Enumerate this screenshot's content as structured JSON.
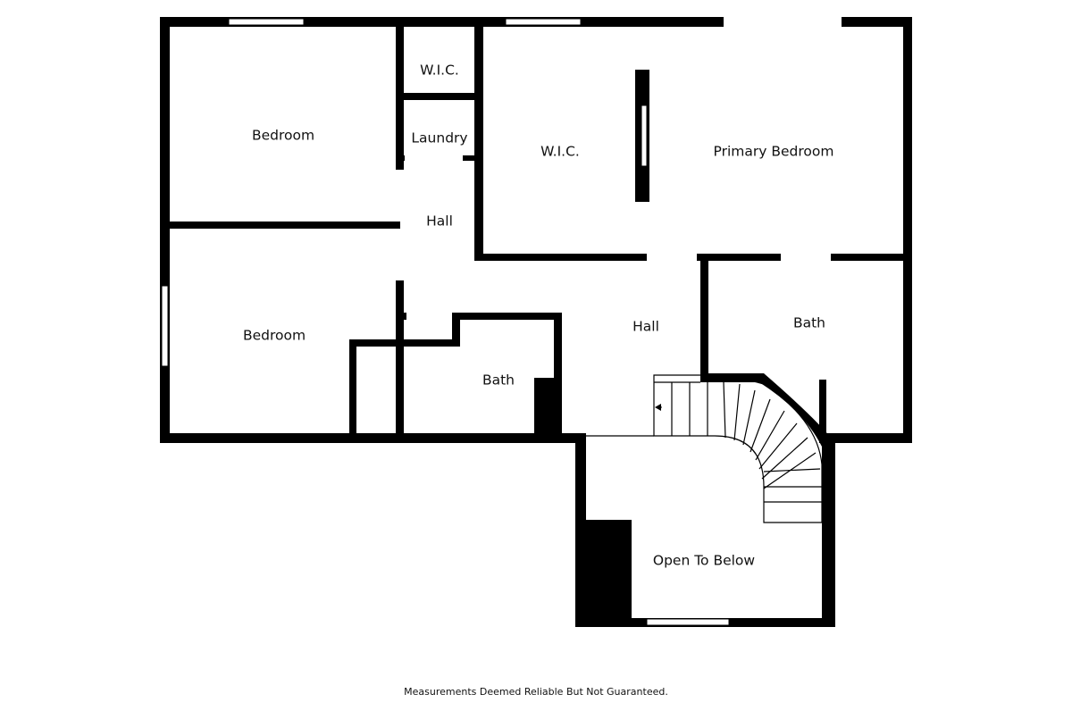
{
  "rooms": {
    "bedroom_1": "Bedroom",
    "bedroom_2": "Bedroom",
    "wic_1": "W.I.C.",
    "laundry": "Laundry",
    "hall_1": "Hall",
    "wic_2": "W.I.C.",
    "primary_bedroom": "Primary Bedroom",
    "hall_2": "Hall",
    "bath_1": "Bath",
    "bath_2": "Bath",
    "open_to_below": "Open To Below"
  },
  "disclaimer": "Measurements Deemed Reliable But Not Guaranteed.",
  "colors": {
    "wall": "#000000",
    "background": "#ffffff",
    "opening": "#ffffff"
  }
}
